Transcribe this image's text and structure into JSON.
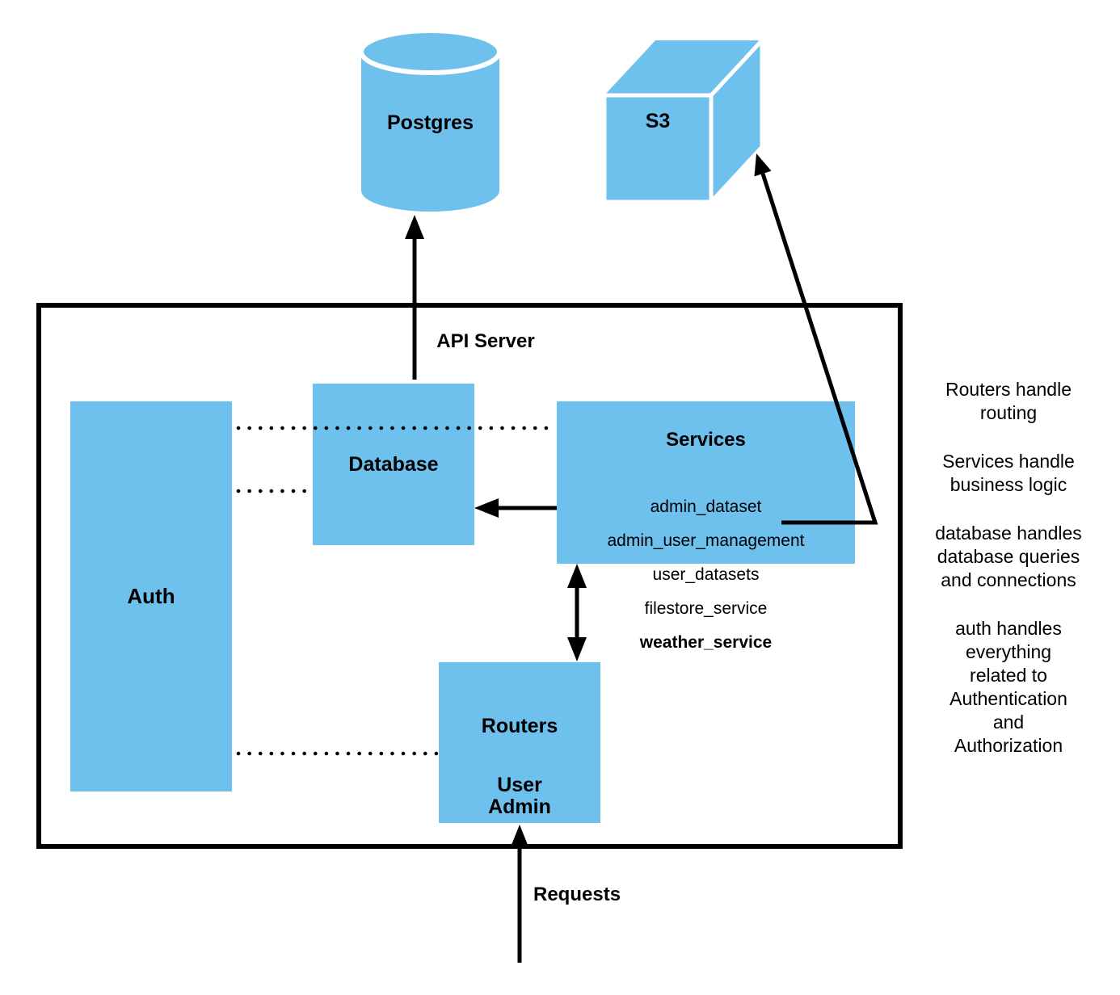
{
  "colors": {
    "node_fill": "#6EC0ED",
    "line": "#000000",
    "background": "#FFFFFF"
  },
  "external_nodes": {
    "postgres": {
      "label": "Postgres",
      "shape": "cylinder"
    },
    "s3": {
      "label": "S3",
      "shape": "cube"
    }
  },
  "api_server": {
    "label": "API Server",
    "nodes": {
      "auth": {
        "label": "Auth"
      },
      "database": {
        "label": "Database"
      },
      "services": {
        "title": "Services",
        "items": [
          "admin_dataset",
          "admin_user_management",
          "user_datasets",
          "filestore_service",
          "weather_service"
        ]
      },
      "routers": {
        "label": "Routers",
        "sublabel": "User\nAdmin"
      }
    }
  },
  "requests": {
    "label": "Requests"
  },
  "notes": [
    "Routers handle\nrouting",
    "Services handle\nbusiness logic",
    "database handles\ndatabase queries\nand connections",
    "auth handles\neverything\nrelated to\nAuthentication\nand\nAuthorization"
  ]
}
